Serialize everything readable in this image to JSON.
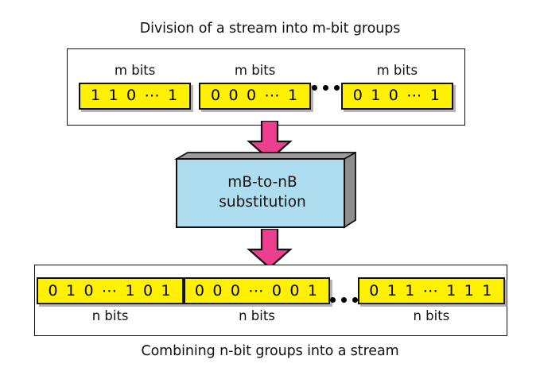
{
  "diagram": {
    "title_top": "Division of a stream into m-bit groups",
    "title_bottom": "Combining n-bit groups into a stream",
    "colors": {
      "bit_group_fill": "#FFF100",
      "bit_group_stroke": "#121212",
      "substitution_fill": "#ADDDEF",
      "substitution_bevel": "#9C9C9C",
      "substitution_stroke": "#111111",
      "arrow_fill": "#EE3E8E",
      "arrow_stroke": "#111111",
      "box_stroke": "#111111",
      "background": "#FFFFFF"
    },
    "top_section": {
      "label_position": "above",
      "groups": [
        {
          "label": "m bits",
          "bits": "1 1 0 ⋯ 1"
        },
        {
          "label": "m bits",
          "bits": "0 0 0 ⋯ 1"
        },
        {
          "label": "m bits",
          "bits": "0 1 0 ⋯ 1"
        }
      ],
      "ellipsis_after_group_index": 1,
      "ellipsis_dots": 3
    },
    "process": {
      "line1": "mB-to-nB",
      "line2": "substitution",
      "style": "3d-block"
    },
    "bottom_section": {
      "label_position": "below",
      "groups": [
        {
          "label": "n bits",
          "bits": "0 1 0 ⋯ 1 0 1"
        },
        {
          "label": "n bits",
          "bits": "0 0 0 ⋯ 0 0 1"
        },
        {
          "label": "n bits",
          "bits": "0 1 1 ⋯ 1 1 1"
        }
      ],
      "ellipsis_after_group_index": 1,
      "ellipsis_dots": 3
    },
    "arrows": [
      {
        "name": "arrow-into-substitution",
        "direction": "down"
      },
      {
        "name": "arrow-out-of-substitution",
        "direction": "down"
      }
    ]
  }
}
